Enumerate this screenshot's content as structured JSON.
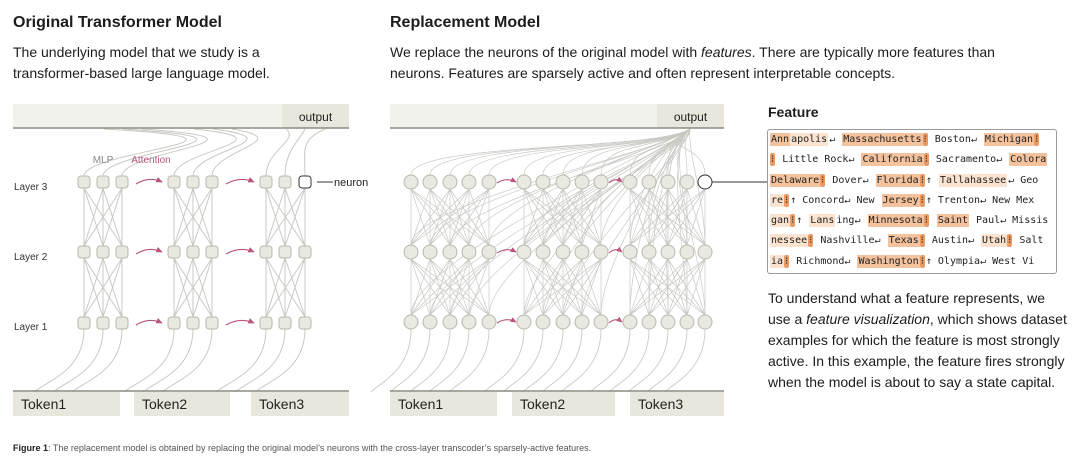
{
  "left": {
    "title": "Original Transformer Model",
    "desc": "The underlying model that we study is a transformer-based large language model.",
    "output_label": "output",
    "mlp_label": "MLP",
    "attention_label": "Attention",
    "neuron_label": "neuron",
    "layers": [
      "Layer 3",
      "Layer 2",
      "Layer 1"
    ],
    "tokens": [
      "Token1",
      "Token2",
      "Token3"
    ]
  },
  "right": {
    "title": "Replacement Model",
    "desc_before": "We replace the neurons of the original model with ",
    "desc_em": "features",
    "desc_after": ". There are typically more features than neurons. Features are sparsely active and often represent interpretable concepts.",
    "output_label": "output",
    "tokens": [
      "Token1",
      "Token2",
      "Token3"
    ]
  },
  "feature": {
    "title": "Feature",
    "rows": [
      [
        [
          "Ann",
          "h2"
        ],
        [
          "apolis",
          "h1"
        ],
        [
          "↵ ",
          ""
        ],
        [
          "Massachusetts",
          "h2"
        ],
        [
          "⁝",
          "h3"
        ],
        [
          " Boston↵ ",
          ""
        ],
        [
          "Michigan",
          "h2"
        ],
        [
          "⁝",
          "h3"
        ]
      ],
      [
        [
          "⁝",
          "h3"
        ],
        [
          " Little Rock↵ ",
          ""
        ],
        [
          "California",
          "h2"
        ],
        [
          "⁝",
          "h3"
        ],
        [
          " Sacramento↵ ",
          ""
        ],
        [
          "Colora",
          "h2"
        ]
      ],
      [
        [
          "Delaware",
          "h2"
        ],
        [
          "⁝",
          "h3"
        ],
        [
          " Dover↵ ",
          ""
        ],
        [
          "Florida",
          "h2"
        ],
        [
          "⁝",
          "h3"
        ],
        [
          "↑ ",
          ""
        ],
        [
          "Tallahassee",
          "h1"
        ],
        [
          "↵ Geo",
          ""
        ]
      ],
      [
        [
          "re",
          "h1"
        ],
        [
          "⁝",
          "h3"
        ],
        [
          "↑ Concord↵ New ",
          ""
        ],
        [
          "Jersey",
          "h2"
        ],
        [
          "⁝",
          "h3"
        ],
        [
          "↑ Trenton↵ New Mex",
          ""
        ]
      ],
      [
        [
          "gan",
          "h1"
        ],
        [
          "⁝",
          "h3"
        ],
        [
          "↑ ",
          ""
        ],
        [
          "Lans",
          "h1"
        ],
        [
          "ing↵ ",
          ""
        ],
        [
          "Minnesota",
          "h2"
        ],
        [
          "⁝",
          "h3"
        ],
        [
          " ",
          ""
        ],
        [
          "Saint",
          "h2"
        ],
        [
          " Paul↵ Missis",
          ""
        ]
      ],
      [
        [
          "nessee",
          "h1"
        ],
        [
          "⁝",
          "h3"
        ],
        [
          " Nashville↵ ",
          ""
        ],
        [
          "Texas",
          "h2"
        ],
        [
          "⁝",
          "h3"
        ],
        [
          " Austin↵ ",
          ""
        ],
        [
          "Utah",
          "h1"
        ],
        [
          "⁝",
          "h3"
        ],
        [
          " Salt",
          ""
        ]
      ],
      [
        [
          "ia",
          "h1"
        ],
        [
          "⁝",
          "h3"
        ],
        [
          " Richmond↵ ",
          ""
        ],
        [
          "Washington",
          "h2"
        ],
        [
          "⁝",
          "h3"
        ],
        [
          "↑ Olympia↵ West Vi",
          ""
        ]
      ]
    ],
    "explanation_before": "To understand what a feature represents, we use a ",
    "explanation_em": "feature visualization",
    "explanation_after": ", which shows dataset examples for which the feature is most strongly active. In this example, the feature fires strongly when the model is about to say a state capital."
  },
  "caption": {
    "label": "Figure 1",
    "text": ": The replacement model is obtained by replacing the original model’s neurons with the cross-layer transcoder’s sparsely-active features."
  },
  "colors": {
    "attention": "#b9547f",
    "line": "#c9c9c4",
    "node": "#e9e9e2",
    "token_bg": "#e9e7dc",
    "feature_high": "#e89a63"
  }
}
